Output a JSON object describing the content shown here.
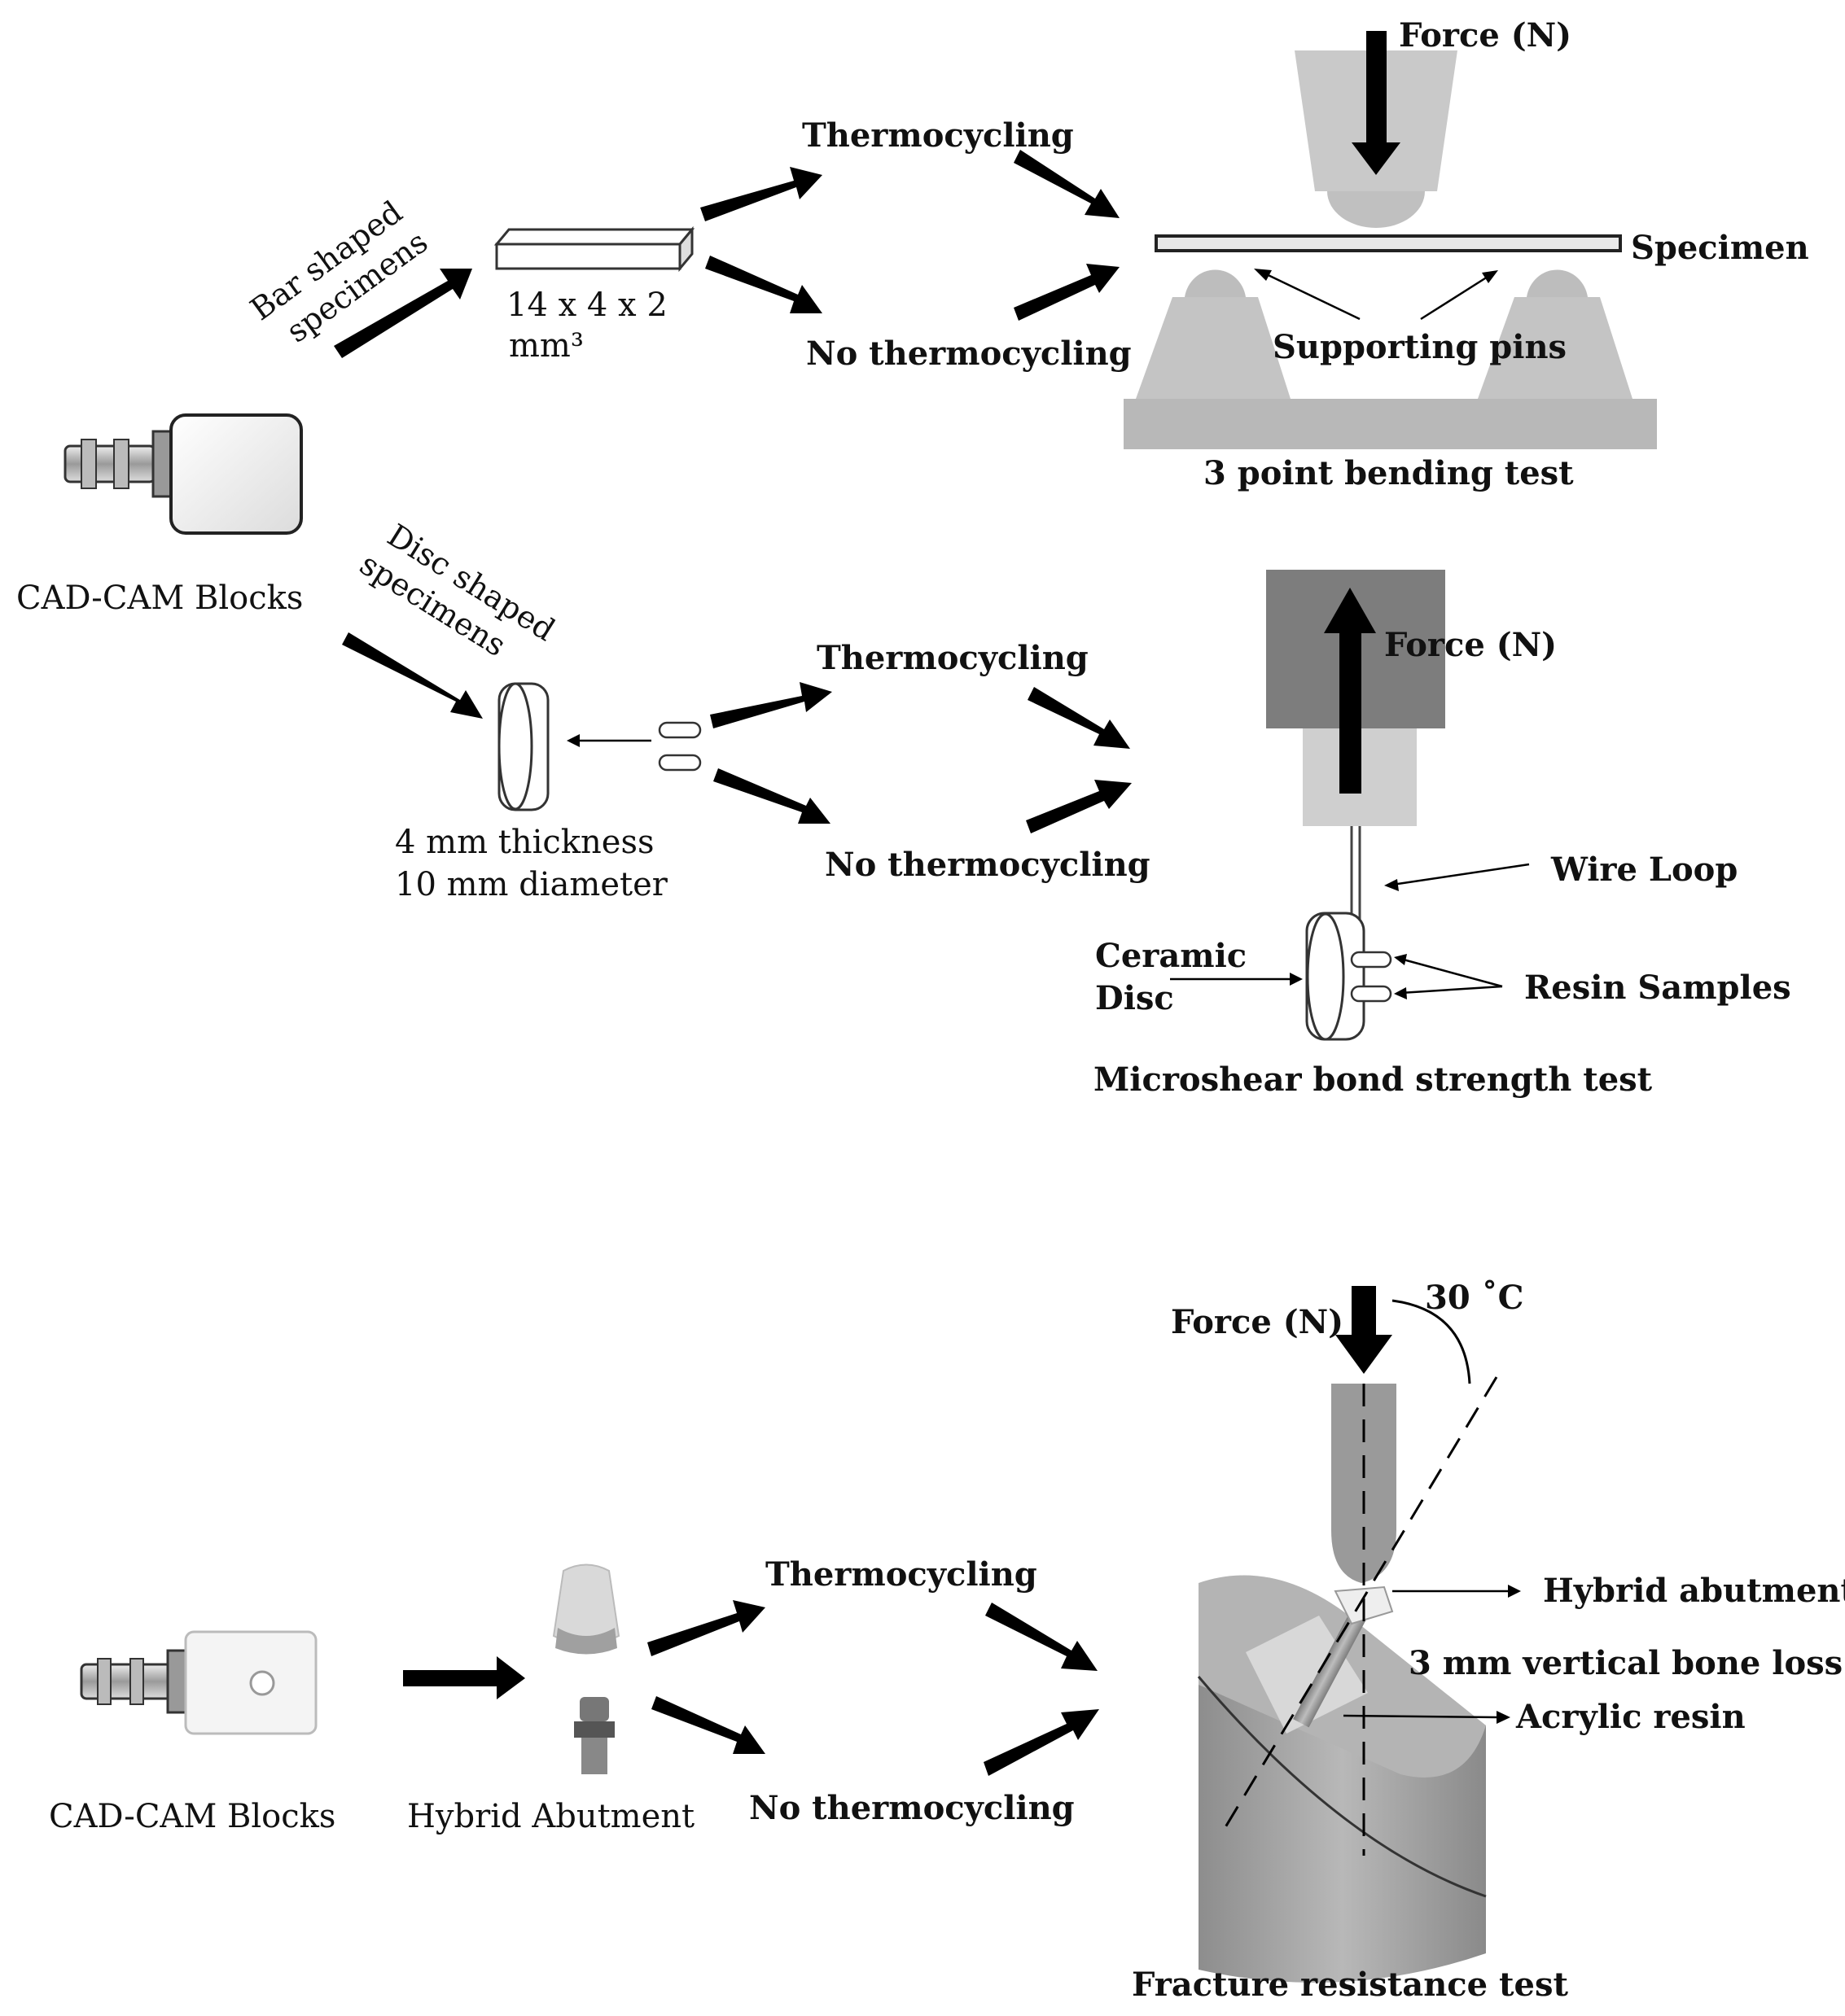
{
  "panel_1": {
    "source_label": "CAD-CAM Blocks",
    "bar_branch": {
      "label_line1": "Bar shaped",
      "label_line2": "specimens",
      "dimensions_line1": "14 x 4 x 2",
      "dimensions_line2": "mm³",
      "option_1": "Thermocycling",
      "option_2": "No thermocycling",
      "test": {
        "force_label": "Force (N)",
        "specimen_label": "Specimen",
        "pins_label": "Supporting pins",
        "caption": "3 point bending test"
      }
    },
    "disc_branch": {
      "label_line1": "Disc shaped",
      "label_line2": "specimens",
      "dimensions_line1": "4 mm thickness",
      "dimensions_line2": "10 mm diameter",
      "option_1": "Thermocycling",
      "option_2": "No thermocycling",
      "test": {
        "force_label": "Force (N)",
        "wire_label": "Wire Loop",
        "disc_label_line1": "Ceramic",
        "disc_label_line2": "Disc",
        "resin_label": "Resin Samples",
        "caption": "Microshear bond strength test"
      }
    }
  },
  "panel_2": {
    "source_label": "CAD-CAM Blocks",
    "intermediate_label": "Hybrid  Abutment",
    "option_1": "Thermocycling",
    "option_2": "No thermocycling",
    "test": {
      "force_label": "Force (N)",
      "angle_label": "30 ˚C",
      "abutment_label": "Hybrid  abutment",
      "bone_loss_label": "3 mm vertical bone loss",
      "resin_label": "Acrylic resin",
      "caption": "Fracture resistance test"
    }
  },
  "colors": {
    "gray_light": "#c8c8c8",
    "gray_mid": "#a9a9a9",
    "gray_dark": "#7a7a7a",
    "arrow": "#000000"
  }
}
